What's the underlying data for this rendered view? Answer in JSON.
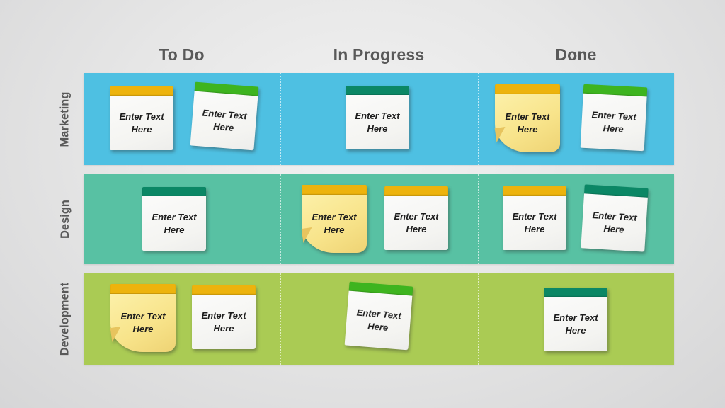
{
  "slide": {
    "background": "#e7e7e7",
    "header_text_color": "#595959"
  },
  "columns": [
    {
      "label": "To Do"
    },
    {
      "label": "In Progress"
    },
    {
      "label": "Done"
    }
  ],
  "rows": [
    {
      "label": "Marketing",
      "color": "#4ec0e2"
    },
    {
      "label": "Design",
      "color": "#58c1a3"
    },
    {
      "label": "Development",
      "color": "#aacb54"
    }
  ],
  "colors": {
    "bar_gold": "#edb30d",
    "bar_green": "#3eb41f",
    "bar_teal": "#0b8765",
    "note_white_body": "#f6f6f4",
    "note_yellow_body": "#f8e48b",
    "separator": "rgba(255,255,255,0.65)"
  },
  "notes": [
    {
      "lane": "Marketing",
      "column": "To Do",
      "text": "Enter Text Here",
      "bar": "gold",
      "body": "white"
    },
    {
      "lane": "Marketing",
      "column": "To Do",
      "text": "Enter Text Here",
      "bar": "green",
      "body": "white"
    },
    {
      "lane": "Marketing",
      "column": "In Progress",
      "text": "Enter Text Here",
      "bar": "teal",
      "body": "white"
    },
    {
      "lane": "Marketing",
      "column": "Done",
      "text": "Enter Text Here",
      "bar": "gold",
      "body": "yellow"
    },
    {
      "lane": "Marketing",
      "column": "Done",
      "text": "Enter Text Here",
      "bar": "green",
      "body": "white"
    },
    {
      "lane": "Design",
      "column": "To Do",
      "text": "Enter Text Here",
      "bar": "teal",
      "body": "white"
    },
    {
      "lane": "Design",
      "column": "In Progress",
      "text": "Enter Text Here",
      "bar": "gold",
      "body": "yellow"
    },
    {
      "lane": "Design",
      "column": "In Progress",
      "text": "Enter Text Here",
      "bar": "gold",
      "body": "white"
    },
    {
      "lane": "Design",
      "column": "Done",
      "text": "Enter Text Here",
      "bar": "gold",
      "body": "white"
    },
    {
      "lane": "Design",
      "column": "Done",
      "text": "Enter Text Here",
      "bar": "teal",
      "body": "white"
    },
    {
      "lane": "Development",
      "column": "To Do",
      "text": "Enter Text Here",
      "bar": "gold",
      "body": "yellow"
    },
    {
      "lane": "Development",
      "column": "To Do",
      "text": "Enter Text Here",
      "bar": "gold",
      "body": "white"
    },
    {
      "lane": "Development",
      "column": "In Progress",
      "text": "Enter Text Here",
      "bar": "green",
      "body": "white"
    },
    {
      "lane": "Development",
      "column": "Done",
      "text": "Enter Text Here",
      "bar": "teal",
      "body": "white"
    }
  ]
}
